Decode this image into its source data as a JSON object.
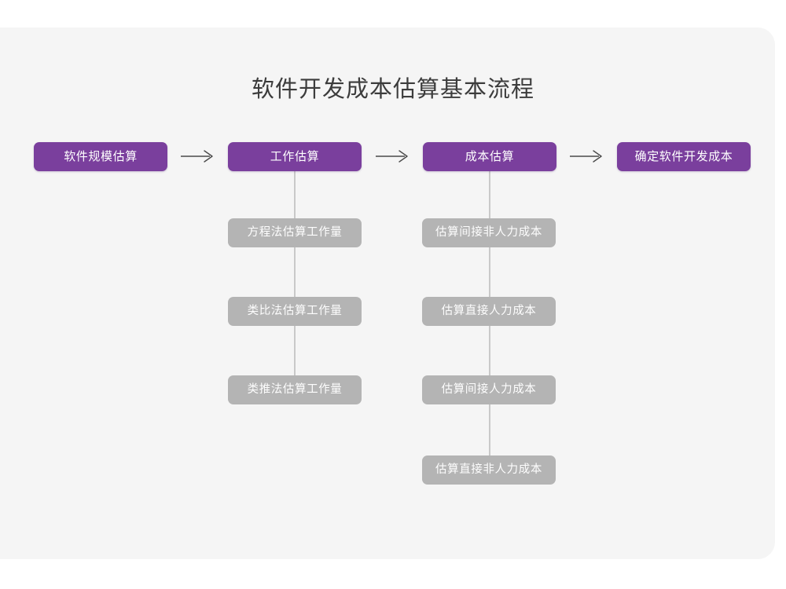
{
  "title": "软件开发成本估算基本流程",
  "colors": {
    "panel_background": "#f5f5f5",
    "page_background": "#ffffff",
    "primary_node": "#7a3f9d",
    "secondary_node": "#b4b4b4",
    "connector_line": "#c9c9c9",
    "title_text": "#3c3c3c",
    "node_text": "#ffffff"
  },
  "flow": {
    "main_steps": [
      {
        "label": "软件规模估算"
      },
      {
        "label": "工作估算"
      },
      {
        "label": "成本估算"
      },
      {
        "label": "确定软件开发成本"
      }
    ],
    "arrows": [
      {
        "name": "arrow-step1-to-step2",
        "glyph": "⟶"
      },
      {
        "name": "arrow-step2-to-step3",
        "glyph": "⟶"
      },
      {
        "name": "arrow-step3-to-step4",
        "glyph": "⟶"
      }
    ],
    "branches": [
      {
        "parent": "工作估算",
        "items": [
          {
            "label": "方程法估算工作量"
          },
          {
            "label": "类比法估算工作量"
          },
          {
            "label": "类推法估算工作量"
          }
        ]
      },
      {
        "parent": "成本估算",
        "items": [
          {
            "label": "估算间接非人力成本"
          },
          {
            "label": "估算直接人力成本"
          },
          {
            "label": "估算间接人力成本"
          },
          {
            "label": "估算直接非人力成本"
          }
        ]
      }
    ]
  }
}
